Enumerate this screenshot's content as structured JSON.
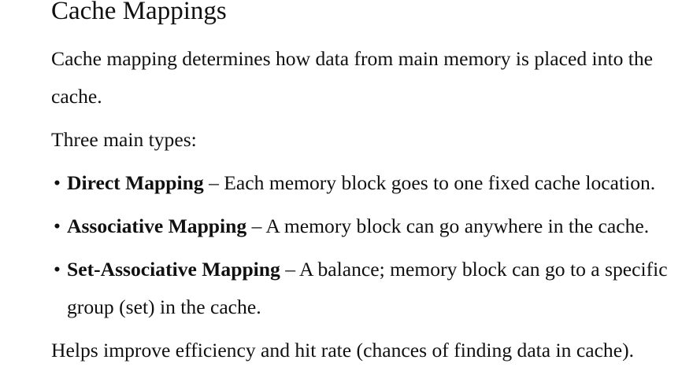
{
  "title": "Cache Mappings",
  "bullet_char": "•",
  "intro": {
    "lines": [
      "Cache mapping determines how data from main memory is placed into the",
      "cache."
    ]
  },
  "types_heading": "Three main types:",
  "bullets": [
    {
      "term": "Direct Mapping",
      "rest": " – Each memory block goes to one fixed cache location."
    },
    {
      "term": "Associative Mapping",
      "rest": " – A memory block can go anywhere in the cache."
    },
    {
      "term": "Set-Associative Mapping",
      "rest": " – A balance; memory block can go to a specific",
      "rest2": "group (set) in the cache."
    }
  ],
  "closing": "Helps improve efficiency and hit rate (chances of finding data in cache).",
  "colors": {
    "background": "#ffffff",
    "text": "#101010"
  }
}
